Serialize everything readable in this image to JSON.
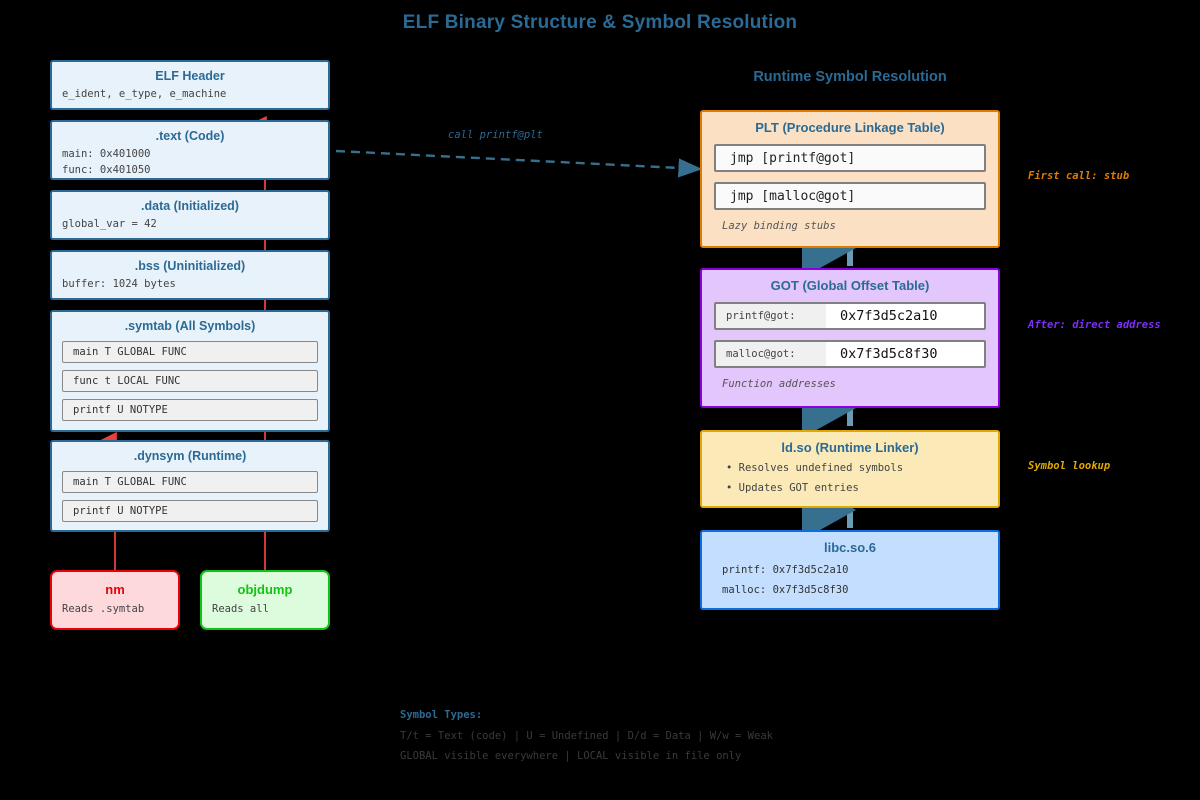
{
  "title": "ELF Binary Structure & Symbol Resolution",
  "subtitle": "Runtime Symbol Resolution",
  "colors": {
    "heading": "#2b6a94",
    "section_fill": "#e8f2fa",
    "section_border": "#2b6a94",
    "plt_fill": "#fbe0c4",
    "plt_border": "#e07b00",
    "got_fill": "#e3c6fb",
    "got_border": "#8a00e0",
    "ld_fill": "#fbe9b7",
    "ld_border": "#e0a800",
    "libc_fill": "#c3deff",
    "libc_border": "#0b6fe0",
    "nm_border": "#e8000d",
    "objdump_border": "#12c412",
    "arrow_red": "#e8413c",
    "arrow_blue": "#2b6a94"
  },
  "elf_sections": [
    {
      "name": "ELF Header",
      "body": "e_ident, e_type, e_machine"
    },
    {
      "name": ".text (Code)",
      "body": "main: 0x401000\nfunc: 0x401050"
    },
    {
      "name": ".data (Initialized)",
      "body": "global_var = 42"
    },
    {
      "name": ".bss (Uninitialized)",
      "body": "buffer: 1024 bytes"
    }
  ],
  "symtab": {
    "name": ".symtab (All Symbols)",
    "rows": [
      "main T GLOBAL FUNC",
      "func t LOCAL FUNC",
      "printf U NOTYPE"
    ]
  },
  "dynsym": {
    "name": ".dynsym (Runtime)",
    "rows": [
      "main T GLOBAL FUNC",
      "printf U NOTYPE"
    ]
  },
  "tools": [
    {
      "name": "nm",
      "desc": "Reads .symtab"
    },
    {
      "name": "objdump",
      "desc": "Reads all"
    }
  ],
  "call_arrow_label": "call printf@plt",
  "plt": {
    "title": "PLT (Procedure Linkage Table)",
    "rows": [
      "jmp [printf@got]",
      "jmp [malloc@got]"
    ],
    "note": "Lazy binding stubs"
  },
  "got": {
    "title": "GOT (Global Offset Table)",
    "rows": [
      {
        "key": "printf@got:",
        "value": "0x7f3d5c2a10"
      },
      {
        "key": "malloc@got:",
        "value": "0x7f3d5c8f30"
      }
    ],
    "note": "Function addresses"
  },
  "ldso": {
    "title": "ld.so (Runtime Linker)",
    "bullets": [
      "Resolves undefined symbols",
      "Updates GOT entries"
    ]
  },
  "libc": {
    "title": "libc.so.6",
    "body": "printf: 0x7f3d5c2a10\nmalloc: 0x7f3d5c8f30"
  },
  "annotations": [
    {
      "text": "First call: stub",
      "color": "#e07b00"
    },
    {
      "text": "After: direct address",
      "color": "#7b2ff7"
    },
    {
      "text": "Symbol lookup",
      "color": "#e0a800"
    }
  ],
  "legend": {
    "title": "Symbol Types:",
    "lines": [
      "T/t = Text (code) | U = Undefined | D/d = Data | W/w = Weak",
      "GLOBAL visible everywhere | LOCAL visible in file only"
    ]
  }
}
